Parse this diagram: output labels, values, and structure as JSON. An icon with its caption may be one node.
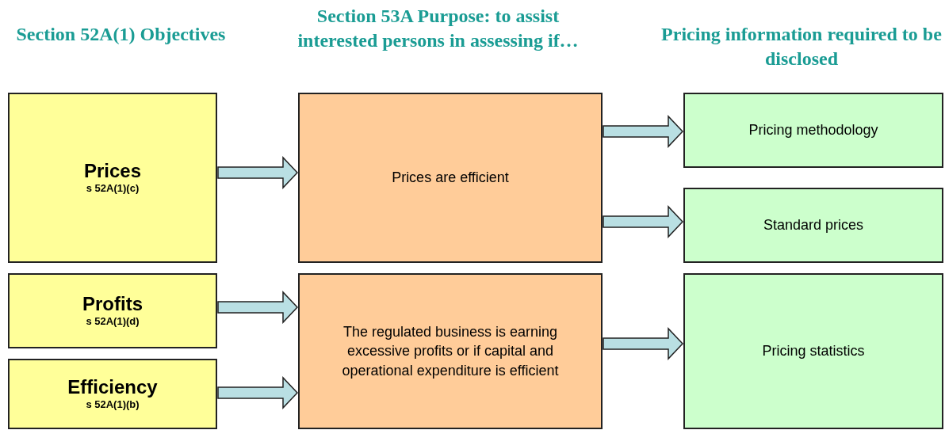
{
  "diagram": {
    "nodes": [
      {
        "text": [
          "Prices",
          "s 52A(1)(c)"
        ]
      },
      {
        "text": [
          "Profits",
          "s 52A(1)(d)"
        ]
      },
      {
        "text": [
          "Efficiency",
          "s 52A(1)(b)"
        ]
      },
      {
        "text": [
          "Prices are efficient"
        ]
      },
      {
        "text": [
          "The regulated business is earning excessive profits or if capital and operational expenditure is efficient"
        ]
      },
      {
        "text": [
          "Pricing methodology"
        ]
      },
      {
        "text": [
          "Standard prices"
        ]
      },
      {
        "text": [
          "Pricing statistics"
        ]
      }
    ],
    "edges": [
      {
        "from": 0,
        "to": 3,
        "arrow": "to"
      },
      {
        "from": 1,
        "to": 4,
        "arrow": "to"
      },
      {
        "from": 2,
        "to": 4,
        "arrow": "to"
      },
      {
        "from": 3,
        "to": 5,
        "arrow": "to"
      },
      {
        "from": 3,
        "to": 6,
        "arrow": "to"
      },
      {
        "from": 4,
        "to": 7,
        "arrow": "to"
      }
    ],
    "labels": [
      "Section 52A(1) Objectives",
      "Section 53A Purpose: to assist interested persons in assessing if…",
      "Pricing information required to be disclosed"
    ]
  }
}
